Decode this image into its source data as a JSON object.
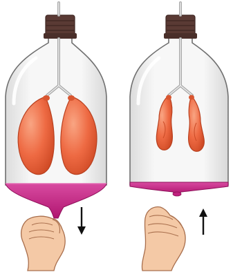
{
  "figure": {
    "panels": [
      {
        "state": "inhale",
        "diaphragm": "pulled-down",
        "arrow": "down-arrow",
        "balloons": "inflated"
      },
      {
        "state": "exhale",
        "diaphragm": "pushed-up",
        "arrow": "up-arrow",
        "balloons": "deflated"
      }
    ]
  },
  "colors": {
    "background": "#ffffff",
    "jar_outline": "#6f6f6f",
    "cork": "#5a3a34",
    "cork_dark": "#3e2622",
    "tube": "#c9c9c9",
    "balloon": "#ee6a43",
    "balloon_highlight": "#f7a07f",
    "balloon_shadow": "#c94a26",
    "rubber_sheet": "#c0207e",
    "rubber_sheet_light": "#d84aa0",
    "skin": "#f4c9a6",
    "skin_outline": "#a86e4c",
    "arrow": "#111111"
  }
}
